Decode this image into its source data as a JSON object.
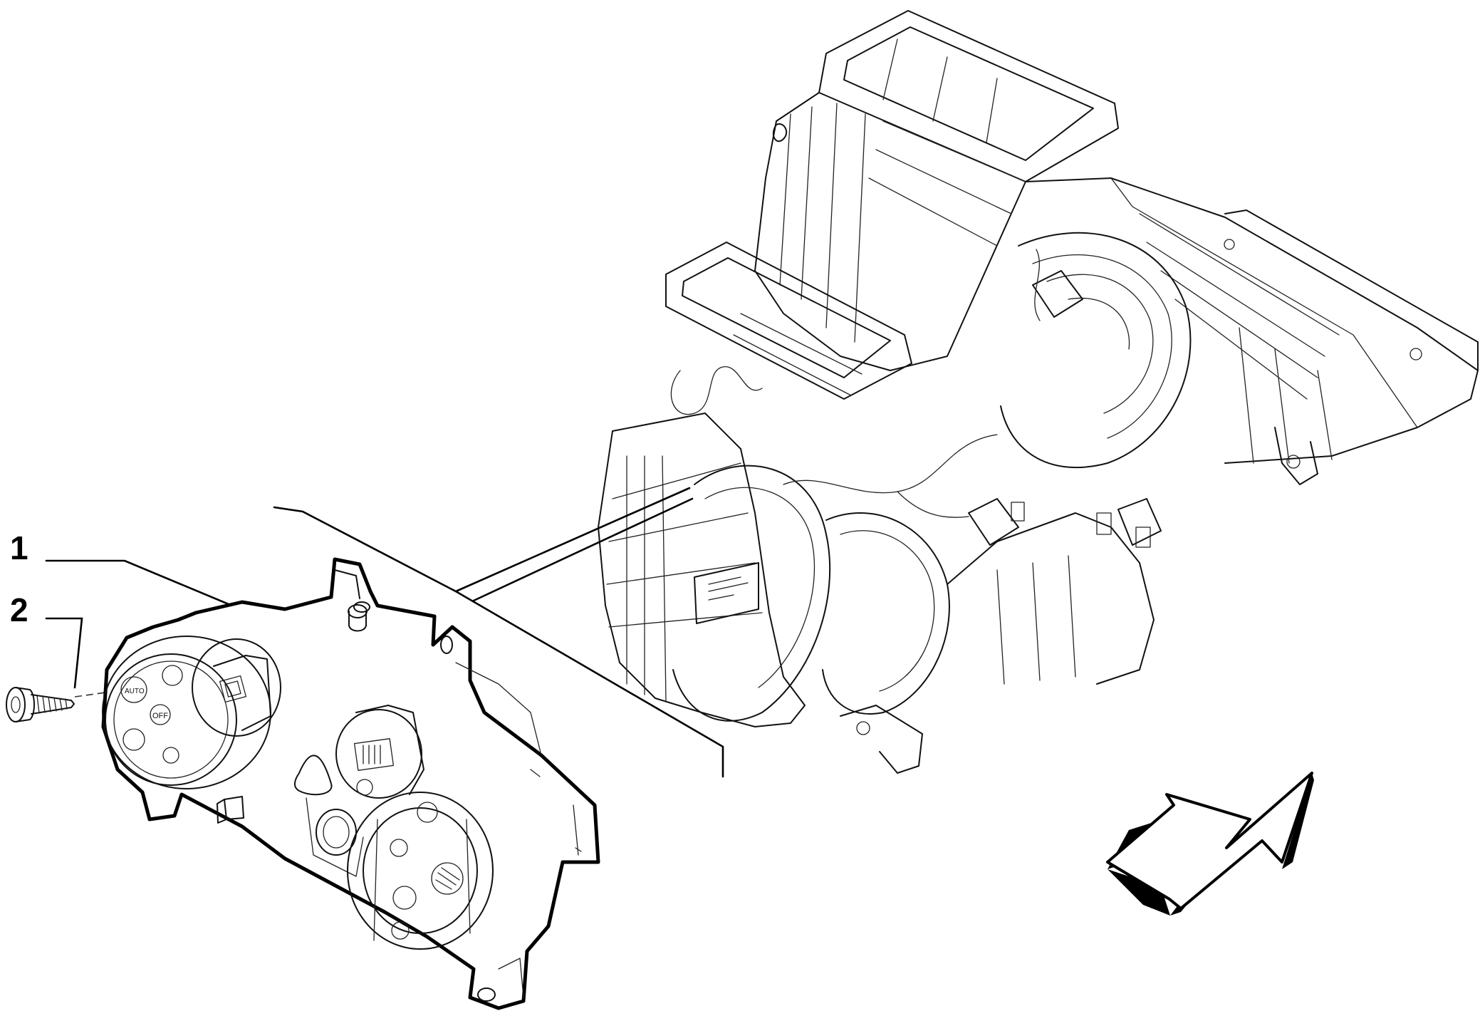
{
  "callouts": {
    "control_panel_number": "1",
    "screw_number": "2"
  },
  "colors": {
    "line": "#111111",
    "background": "#ffffff"
  },
  "icons": [
    "control-panel-illustration",
    "screw-illustration",
    "hvac-unit-illustration",
    "direction-arrow-icon"
  ]
}
